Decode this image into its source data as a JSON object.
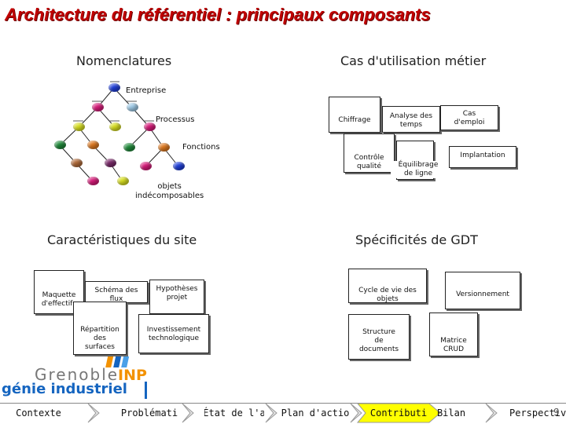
{
  "title": "Architecture du référentiel : principaux composants",
  "nomenclatures": {
    "heading": "Nomenclatures",
    "levels": {
      "entreprise": "Entreprise",
      "processus": "Processus",
      "fonctions": "Fonctions",
      "objets": "objets\nindécomposables"
    },
    "node_colors": {
      "root": "#1f3fd9",
      "magenta": "#d81b7a",
      "lightblue": "#9ecbe8",
      "yellow": "#d9e021",
      "green": "#1f8a3a",
      "orange": "#e0791f",
      "brown": "#b26b3a",
      "purple": "#7a2a6a",
      "blue": "#1f3fd9"
    }
  },
  "cas_utilisation": {
    "heading": "Cas d'utilisation métier",
    "boxes": [
      "Chiffrage",
      "Analyse des\ntemps",
      "Cas\nd'emploi",
      "Implantation",
      "Contrôle\nqualité",
      "Équilibrage\nde ligne"
    ]
  },
  "caracteristiques": {
    "heading": "Caractéristiques du site",
    "boxes": [
      "Maquette\nd'effectifs",
      "Schéma des\nflux",
      "Hypothèses\nprojet",
      "Répartition\ndes\nsurfaces",
      "Investissement\ntechnologique"
    ]
  },
  "specificites": {
    "heading": "Spécificités de GDT",
    "boxes": [
      "Cycle de vie des\nobjets",
      "Versionnement",
      "Structure\nde\ndocuments",
      "Matrice\nCRUD"
    ]
  },
  "logo": {
    "grenoble": "Grenoble",
    "inp": "INP",
    "genie": "génie industriel"
  },
  "footer": {
    "items": [
      "Contexte",
      "Problémati",
      "État de l'a",
      "Plan d'actio",
      "Contributi",
      "Bilan",
      "Perspectiv"
    ],
    "active_index": 4,
    "colors": {
      "bar": "#ffffff",
      "active": "#ffff00",
      "arrow": "#dddddd"
    }
  },
  "page_number": "9"
}
